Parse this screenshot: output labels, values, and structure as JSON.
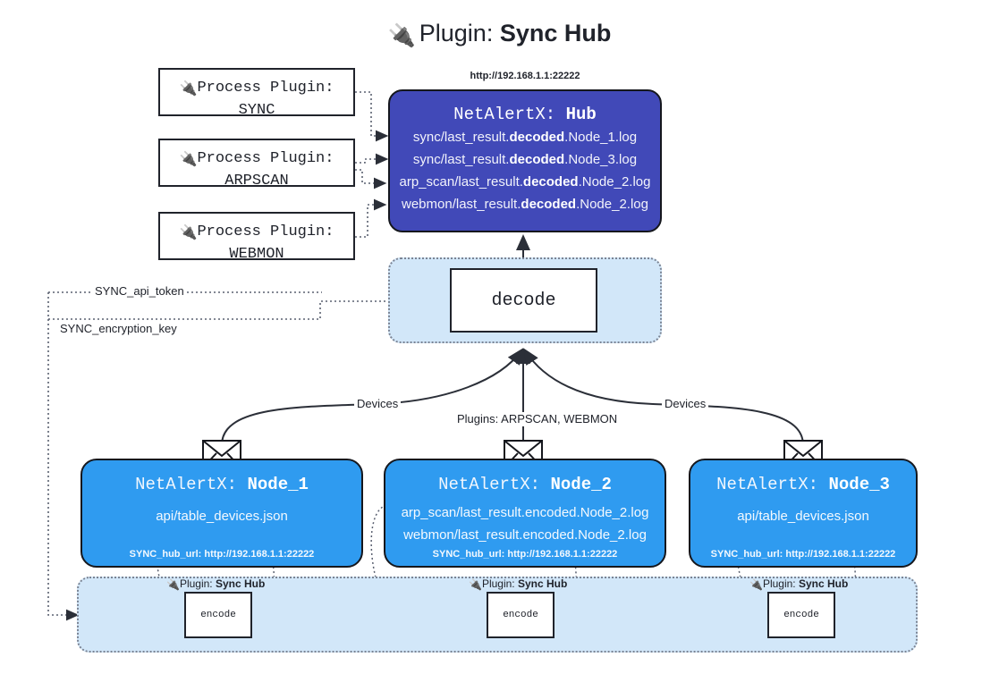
{
  "title": {
    "icon": "plug-icon",
    "glyph": "🔌",
    "prefix": "Plugin:",
    "name": "Sync Hub"
  },
  "process_plugins": [
    {
      "glyph": "🔌",
      "caption": "Process Plugin:",
      "name": "SYNC"
    },
    {
      "glyph": "🔌",
      "caption": "Process Plugin:",
      "name": "ARPSCAN"
    },
    {
      "glyph": "🔌",
      "caption": "Process Plugin:",
      "name": "WEBMON"
    }
  ],
  "hub": {
    "url": "http://192.168.1.1:22222",
    "label_prefix": "NetAlertX:",
    "label_name": "Hub",
    "logs": [
      {
        "pre": "sync/last_result.",
        "mid": "decoded",
        "post": ".Node_1.log"
      },
      {
        "pre": "sync/last_result.",
        "mid": "decoded",
        "post": ".Node_3.log"
      },
      {
        "pre": "arp_scan/last_result.",
        "mid": "decoded",
        "post": ".Node_2.log"
      },
      {
        "pre": "webmon/last_result.",
        "mid": "decoded",
        "post": ".Node_2.log"
      }
    ]
  },
  "decode": {
    "label": "decode"
  },
  "settings": {
    "api_token": "SYNC_api_token",
    "encryption_key": "SYNC_encryption_key"
  },
  "edge_labels": {
    "devices_left": "Devices",
    "plugins_center": "Plugins: ARPSCAN, WEBMON",
    "devices_right": "Devices"
  },
  "nodes": [
    {
      "id": "node-1",
      "label_prefix": "NetAlertX:",
      "label_name": "Node_1",
      "lines": [
        "api/table_devices.json"
      ],
      "footer": "SYNC_hub_url: http://192.168.1.1:22222",
      "envelope": "envelope-icon"
    },
    {
      "id": "node-2",
      "label_prefix": "NetAlertX:",
      "label_name": "Node_2",
      "lines": [
        "arp_scan/last_result.encoded.Node_2.log",
        "webmon/last_result.encoded.Node_2.log"
      ],
      "footer": "SYNC_hub_url: http://192.168.1.1:22222",
      "envelope": "envelope-icon"
    },
    {
      "id": "node-3",
      "label_prefix": "NetAlertX:",
      "label_name": "Node_3",
      "lines": [
        "api/table_devices.json"
      ],
      "footer": "SYNC_hub_url: http://192.168.1.1:22222",
      "envelope": "envelope-icon"
    }
  ],
  "encoders": [
    {
      "glyph": "🔌",
      "caption": "Plugin:",
      "plugin": "Sync Hub",
      "label": "encode"
    },
    {
      "glyph": "🔌",
      "caption": "Plugin:",
      "plugin": "Sync Hub",
      "label": "encode"
    },
    {
      "glyph": "🔌",
      "caption": "Plugin:",
      "plugin": "Sync Hub",
      "label": "encode"
    }
  ],
  "colors": {
    "hub_fill": "#4149b8",
    "node_fill": "#2f9bf0",
    "cluster_fill": "#d2e7f9",
    "stroke": "#20232b",
    "dotted": "#5a6070"
  }
}
